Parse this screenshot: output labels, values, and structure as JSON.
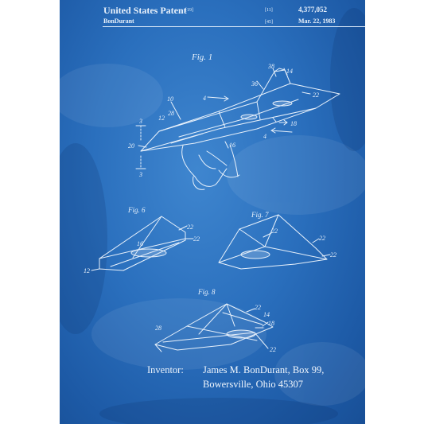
{
  "header": {
    "title": "United States Patent",
    "title_code": "[19]",
    "inventor_short": "BonDurant",
    "number_code": "[11]",
    "number": "4,377,052",
    "date_code": "[45]",
    "date": "Mar. 22, 1983"
  },
  "figures": {
    "fig1": "Fig. 1",
    "fig6": "Fig. 6",
    "fig7": "Fig. 7",
    "fig8": "Fig. 8"
  },
  "refs": {
    "r38": "38",
    "r14": "14",
    "r36": "36",
    "r22a": "22",
    "r10": "10",
    "r4a": "4",
    "r28a": "28",
    "r12a": "12",
    "r3a": "3",
    "r18a": "18",
    "r20": "20",
    "r16a": "16",
    "r4b": "4",
    "r3b": "3",
    "f6_22a": "22",
    "f6_22b": "22",
    "f6_16": "16",
    "f6_12": "12",
    "f7_22a": "22",
    "f7_22b": "22",
    "f7_22c": "22",
    "f8_22a": "22",
    "f8_14": "14",
    "f8_18": "18",
    "f8_28": "28",
    "f8_22b": "22"
  },
  "inventor": {
    "label": "Inventor:",
    "name": "James M. BonDurant, Box 99,",
    "address": "Bowersville, Ohio 45307"
  },
  "colors": {
    "background": "#2a6fbd",
    "lines": "#e8f1fb"
  }
}
